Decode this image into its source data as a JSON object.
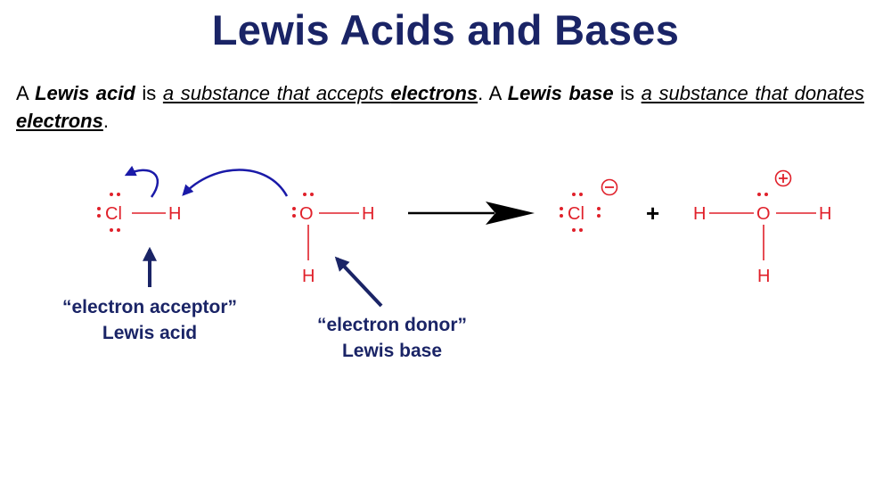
{
  "title": "Lewis Acids and Bases",
  "definition": {
    "p1": "A ",
    "acid_term": "Lewis acid",
    "p2": " is ",
    "acid_def_a": "a substance that accepts ",
    "acid_def_b": "electrons",
    "p3": ". A ",
    "base_term": "Lewis base",
    "p4": " is ",
    "base_def_a": "a substance that donates ",
    "base_def_b": "electrons",
    "p5": "."
  },
  "reaction": {
    "reactant1": {
      "atom1": "Cl",
      "atom2": "H"
    },
    "reactant2": {
      "center": "O",
      "right": "H",
      "bottom": "H"
    },
    "product1": {
      "atom": "Cl",
      "charge": "⊖"
    },
    "plus": "+",
    "product2": {
      "left": "H",
      "center": "O",
      "right": "H",
      "bottom": "H",
      "charge": "⊕"
    }
  },
  "labels": {
    "acceptor_line1": "“electron acceptor”",
    "acceptor_line2": "Lewis acid",
    "donor_line1": "“electron donor”",
    "donor_line2": "Lewis base"
  },
  "colors": {
    "atoms": "#e0202a",
    "arrows": "#1a1aa8",
    "labels": "#1a2466"
  }
}
